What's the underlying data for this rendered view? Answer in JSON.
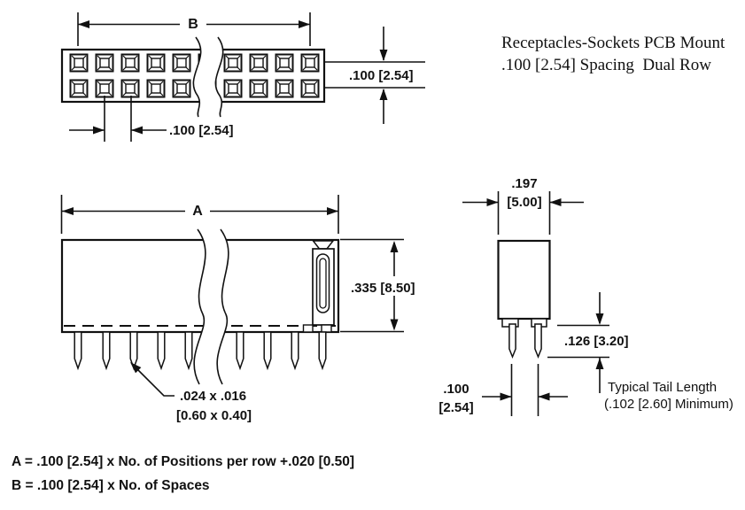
{
  "title": {
    "line1": "Receptacles-Sockets PCB Mount",
    "line2": ".100 [2.54] Spacing  Dual Row"
  },
  "colors": {
    "ink": "#111111",
    "background": "#ffffff"
  },
  "top_view": {
    "span_label": "B",
    "pin_pitch": ".100 [2.54]",
    "row_spacing": ".100 [2.54]"
  },
  "front_view": {
    "span_label": "A",
    "body_height": ".335 [8.50]",
    "tail_section_line1": ".024 x .016",
    "tail_section_line2": "[0.60 x 0.40]"
  },
  "end_view": {
    "body_width_line1": ".197",
    "body_width_line2": "[5.00]",
    "tail_length": ".126 [3.20]",
    "row_pitch_line1": ".100",
    "row_pitch_line2": "[2.54]",
    "note_line1": "Typical Tail Length",
    "note_line2": "(.102 [2.60] Minimum)"
  },
  "formulas": {
    "a": "A = .100 [2.54] x No. of Positions per row +.020 [0.50]",
    "b": "B = .100 [2.54] x No. of Spaces"
  }
}
